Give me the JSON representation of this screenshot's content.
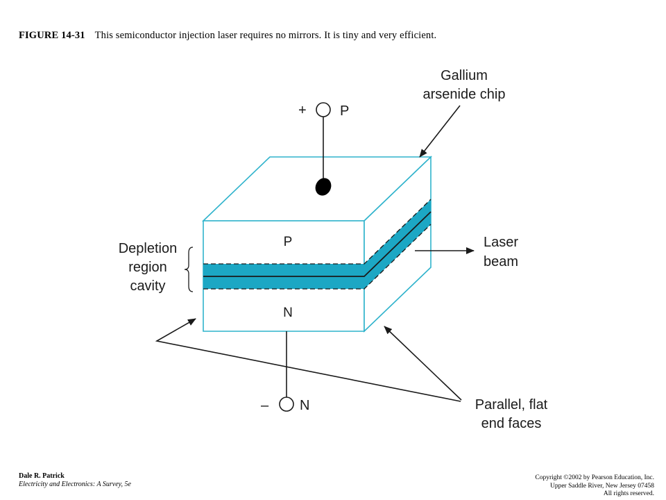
{
  "caption": {
    "figure_number": "FIGURE 14-31",
    "text": "This semiconductor injection laser requires no mirrors. It is tiny and very efficient."
  },
  "diagram": {
    "terminal_top": {
      "polarity": "+",
      "label": "P"
    },
    "terminal_bottom": {
      "polarity": "–",
      "label": "N"
    },
    "chip_label": [
      "Gallium",
      "arsenide chip"
    ],
    "p_region_label": "P",
    "n_region_label": "N",
    "depletion_label": [
      "Depletion",
      "region",
      "cavity"
    ],
    "laser_label": [
      "Laser",
      "beam"
    ],
    "faces_label": [
      "Parallel, flat",
      "end faces"
    ],
    "colors": {
      "chip_outline": "#2fb3cc",
      "depletion_fill": "#1ca7c4",
      "ink": "#1a1a1a"
    }
  },
  "footer": {
    "author": "Dale R. Patrick",
    "book": "Electricity and Electronics: A Survey, 5e",
    "copyright": [
      "Copyright ©2002 by Pearson Education, Inc.",
      "Upper Saddle River, New Jersey 07458",
      "All rights reserved."
    ]
  }
}
